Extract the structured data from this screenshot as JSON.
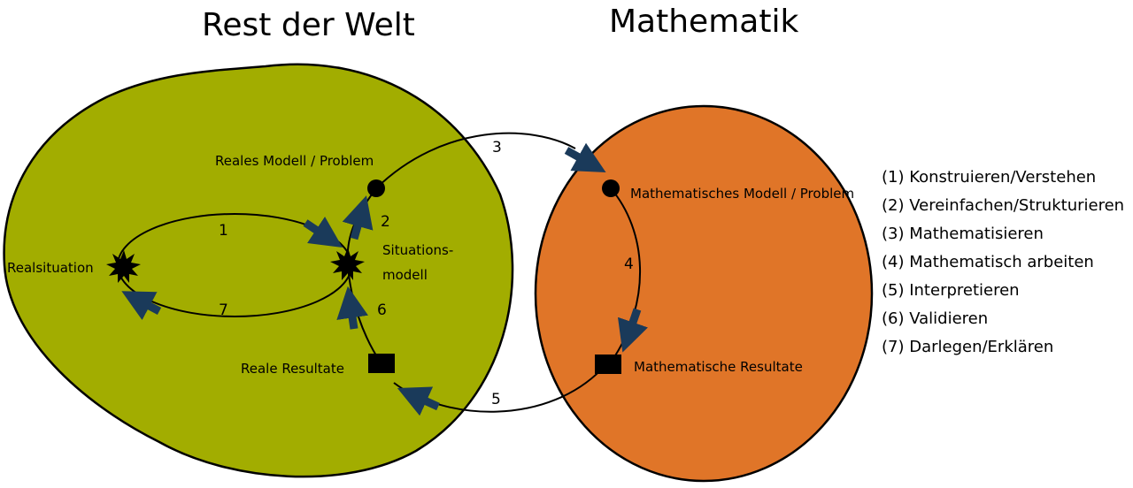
{
  "titles": {
    "left": "Rest der Welt",
    "right": "Mathematik"
  },
  "labels": {
    "realsituation": "Realsituation",
    "situationsmodell_line1": "Situations-",
    "situationsmodell_line2": "modell",
    "reales_modell": "Reales Modell / Problem",
    "reale_resultate": "Reale Resultate",
    "math_modell": "Mathematisches Modell / Problem",
    "math_resultate": "Mathematische Resultate"
  },
  "steps": {
    "s1": "1",
    "s2": "2",
    "s3": "3",
    "s4": "4",
    "s5": "5",
    "s6": "6",
    "s7": "7"
  },
  "legend": [
    "(1) Konstruieren/Verstehen",
    "(2) Vereinfachen/Strukturieren",
    "(3) Mathematisieren",
    "(4) Mathematisch arbeiten",
    "(5) Interpretieren",
    "(6) Validieren",
    "(7) Darlegen/Erklären"
  ],
  "colors": {
    "rest_der_welt": "#a2ad00",
    "mathematik": "#e07528",
    "arrow": "#1a3a5a",
    "stroke": "#000000"
  }
}
